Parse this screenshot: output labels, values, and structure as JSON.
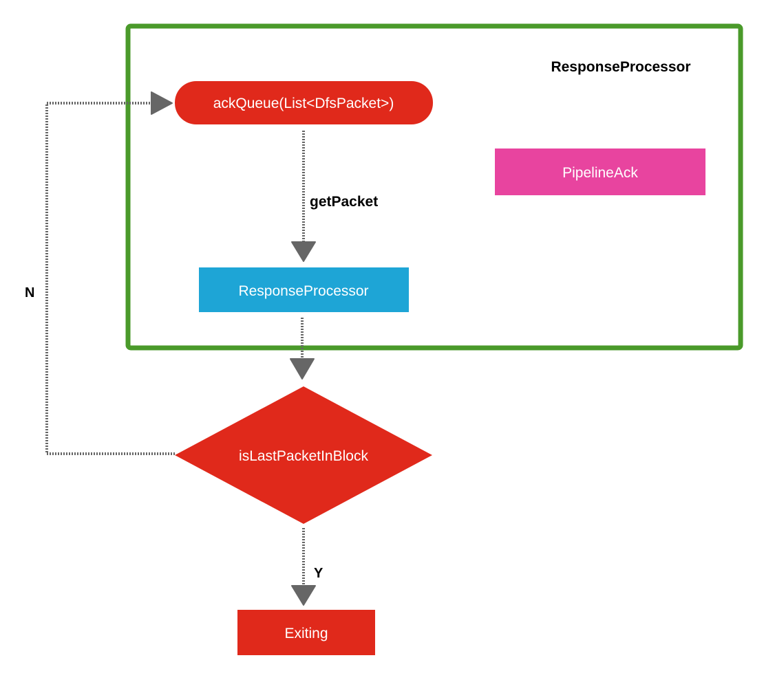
{
  "container": {
    "label": "ResponseProcessor",
    "border_color": "#4a9a2a"
  },
  "nodes": {
    "ack_queue": {
      "label": "ackQueue(List<DfsPacket>)",
      "color": "#e0291b"
    },
    "pipeline_ack": {
      "label": "PipelineAck",
      "color": "#e8449f"
    },
    "response_processor": {
      "label": "ResponseProcessor",
      "color": "#1ea5d6"
    },
    "decision": {
      "label": "isLastPacketInBlock",
      "color": "#e0291b"
    },
    "exiting": {
      "label": "Exiting",
      "color": "#e0291b"
    }
  },
  "edges": {
    "get_packet": {
      "label": "getPacket"
    },
    "no_branch": {
      "label": "N"
    },
    "yes_branch": {
      "label": "Y"
    },
    "color": "#666666"
  }
}
